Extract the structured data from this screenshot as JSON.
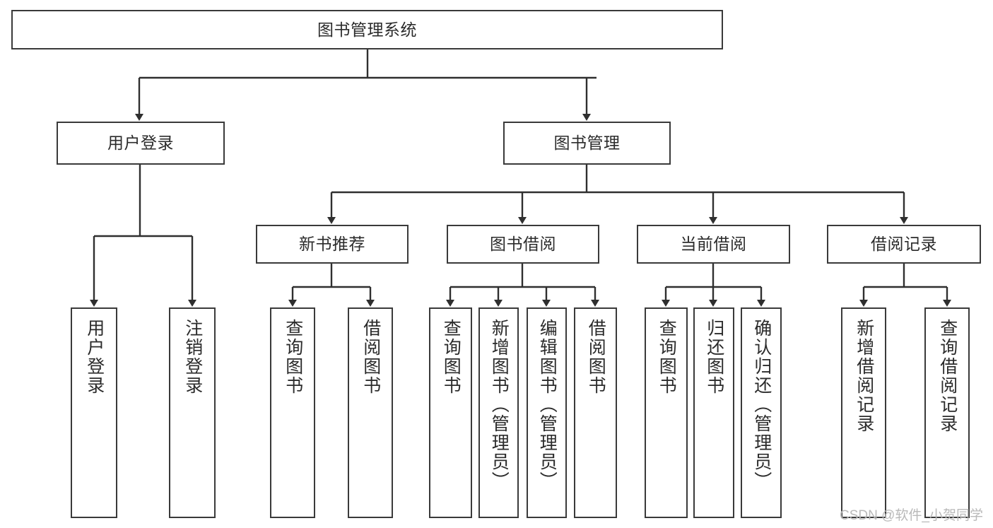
{
  "diagram": {
    "title": "图书管理系统",
    "watermark": "CSDN @软件_小贺同学",
    "colors": {
      "border": "#3a3a3a",
      "background": "#ffffff",
      "text": "#2b2b2b",
      "connector": "#2f2f2f",
      "watermark": "#b9b9b9"
    },
    "levels": {
      "root": "图书管理系统",
      "level2": [
        "用户登录",
        "图书管理"
      ],
      "level3": [
        "新书推荐",
        "图书借阅",
        "当前借阅",
        "借阅记录"
      ]
    },
    "nodes": {
      "root": {
        "label": "图书管理系统"
      },
      "user_login": {
        "label": "用户登录"
      },
      "book_manage": {
        "label": "图书管理"
      },
      "new_book_rec": {
        "label": "新书推荐"
      },
      "book_borrow": {
        "label": "图书借阅"
      },
      "current_borrow": {
        "label": "当前借阅"
      },
      "borrow_record": {
        "label": "借阅记录"
      },
      "leaf_user_login": {
        "label": "用户登录"
      },
      "leaf_user_logout": {
        "label": "注销登录"
      },
      "leaf_query_book_1": {
        "label": "查询图书"
      },
      "leaf_borrow_book_1": {
        "label": "借阅图书"
      },
      "leaf_query_book_2": {
        "label": "查询图书"
      },
      "leaf_add_book": {
        "label": "新增图书（管理员）"
      },
      "leaf_edit_book": {
        "label": "编辑图书（管理员）"
      },
      "leaf_borrow_book_2": {
        "label": "借阅图书"
      },
      "leaf_query_book_3": {
        "label": "查询图书"
      },
      "leaf_return_book": {
        "label": "归还图书"
      },
      "leaf_confirm_return": {
        "label": "确认归还（管理员）"
      },
      "leaf_add_record": {
        "label": "新增借阅记录"
      },
      "leaf_query_record": {
        "label": "查询借阅记录"
      }
    },
    "edges": [
      {
        "from": "root",
        "to": "user_login"
      },
      {
        "from": "root",
        "to": "book_manage"
      },
      {
        "from": "user_login",
        "to": "leaf_user_login"
      },
      {
        "from": "user_login",
        "to": "leaf_user_logout"
      },
      {
        "from": "book_manage",
        "to": "new_book_rec"
      },
      {
        "from": "book_manage",
        "to": "book_borrow"
      },
      {
        "from": "book_manage",
        "to": "current_borrow"
      },
      {
        "from": "book_manage",
        "to": "borrow_record"
      },
      {
        "from": "new_book_rec",
        "to": "leaf_query_book_1"
      },
      {
        "from": "new_book_rec",
        "to": "leaf_borrow_book_1"
      },
      {
        "from": "book_borrow",
        "to": "leaf_query_book_2"
      },
      {
        "from": "book_borrow",
        "to": "leaf_add_book"
      },
      {
        "from": "book_borrow",
        "to": "leaf_edit_book"
      },
      {
        "from": "book_borrow",
        "to": "leaf_borrow_book_2"
      },
      {
        "from": "current_borrow",
        "to": "leaf_query_book_3"
      },
      {
        "from": "current_borrow",
        "to": "leaf_return_book"
      },
      {
        "from": "current_borrow",
        "to": "leaf_confirm_return"
      },
      {
        "from": "borrow_record",
        "to": "leaf_add_record"
      },
      {
        "from": "borrow_record",
        "to": "leaf_query_record"
      }
    ]
  }
}
